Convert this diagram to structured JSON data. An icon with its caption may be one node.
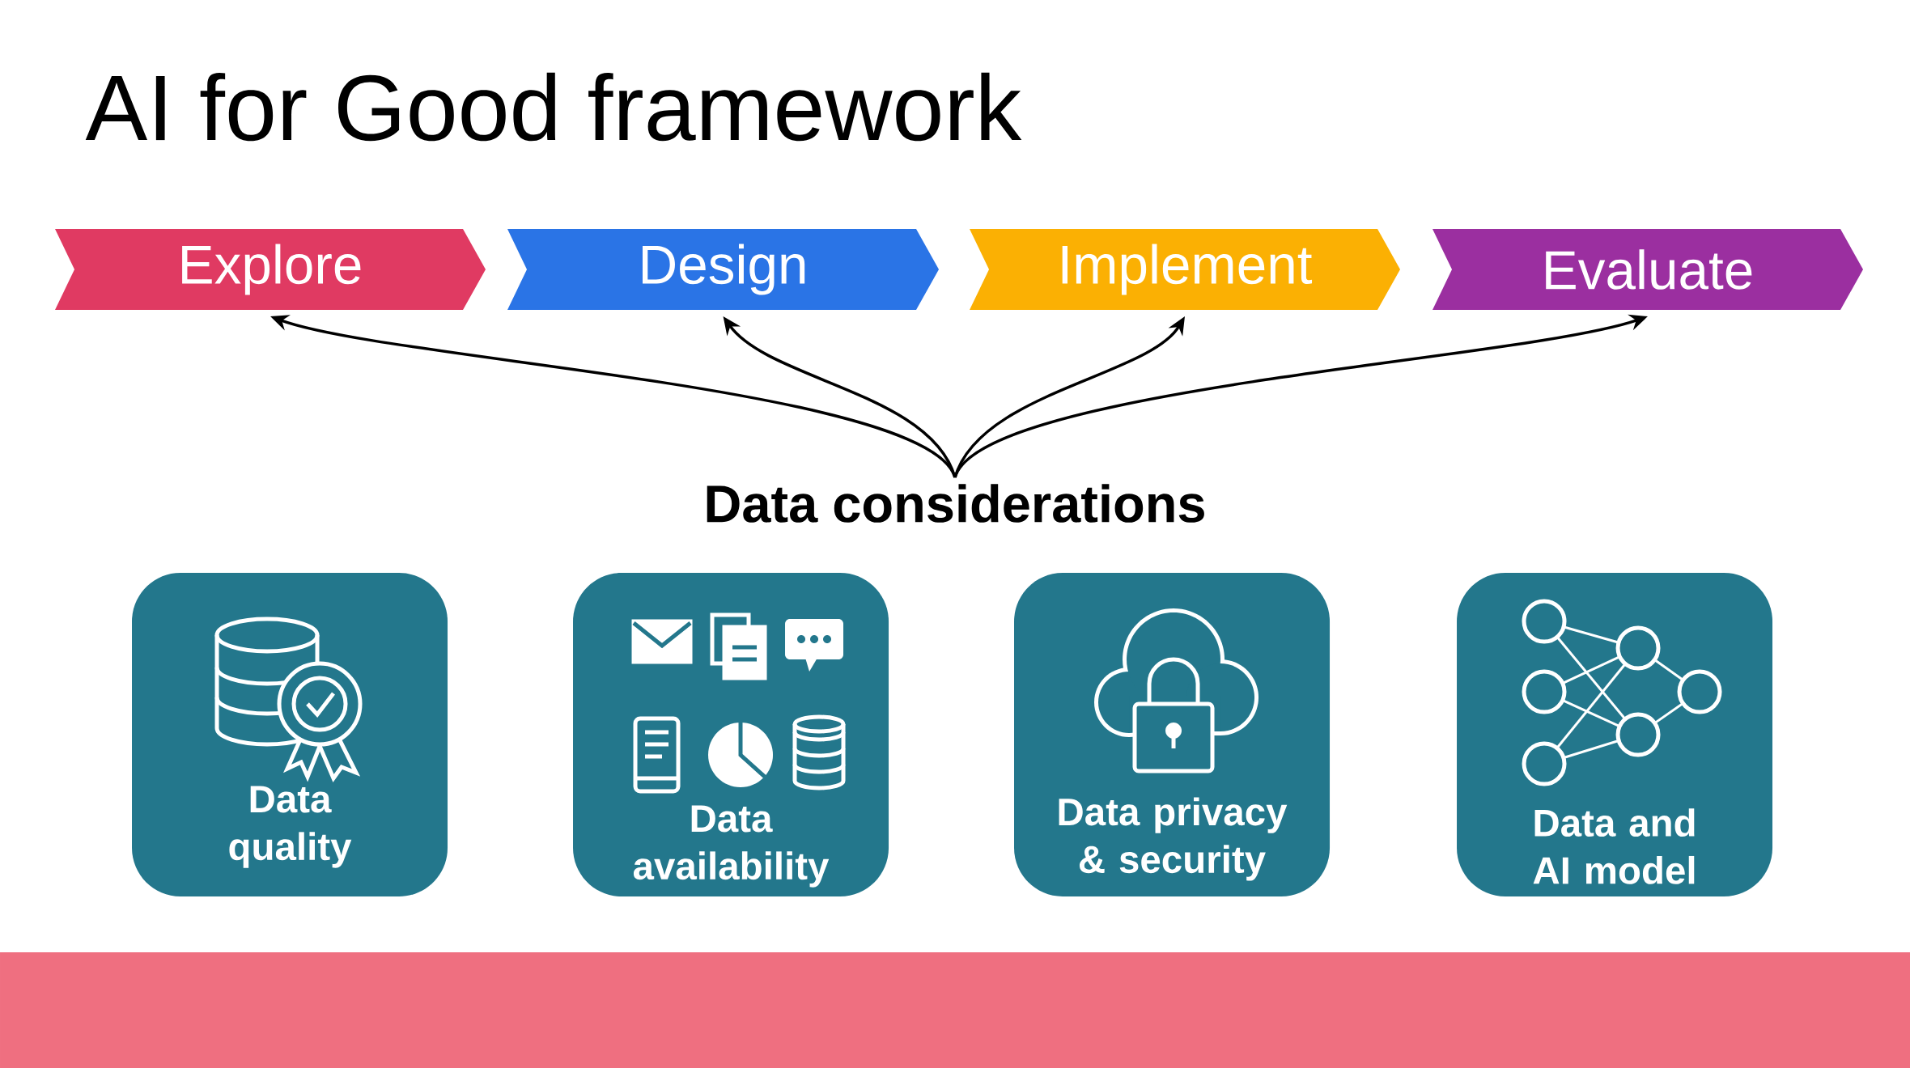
{
  "diagram": {
    "title": "AI for Good framework",
    "nodes": [
      {
        "text": [
          "Explore"
        ]
      },
      {
        "text": [
          "Design"
        ]
      },
      {
        "text": [
          "Implement"
        ]
      },
      {
        "text": [
          "Evaluate"
        ]
      },
      {
        "text": [
          "Data considerations"
        ]
      },
      {
        "text": [
          "Data quality"
        ]
      },
      {
        "text": [
          "Data availability"
        ]
      },
      {
        "text": [
          "Data privacy & security"
        ]
      },
      {
        "text": [
          "Data and AI model"
        ]
      }
    ],
    "edges": [
      {
        "from": 4,
        "to": 0,
        "arrow": "to"
      },
      {
        "from": 4,
        "to": 1,
        "arrow": "to"
      },
      {
        "from": 4,
        "to": 2,
        "arrow": "to"
      },
      {
        "from": 4,
        "to": 3,
        "arrow": "to"
      }
    ]
  }
}
